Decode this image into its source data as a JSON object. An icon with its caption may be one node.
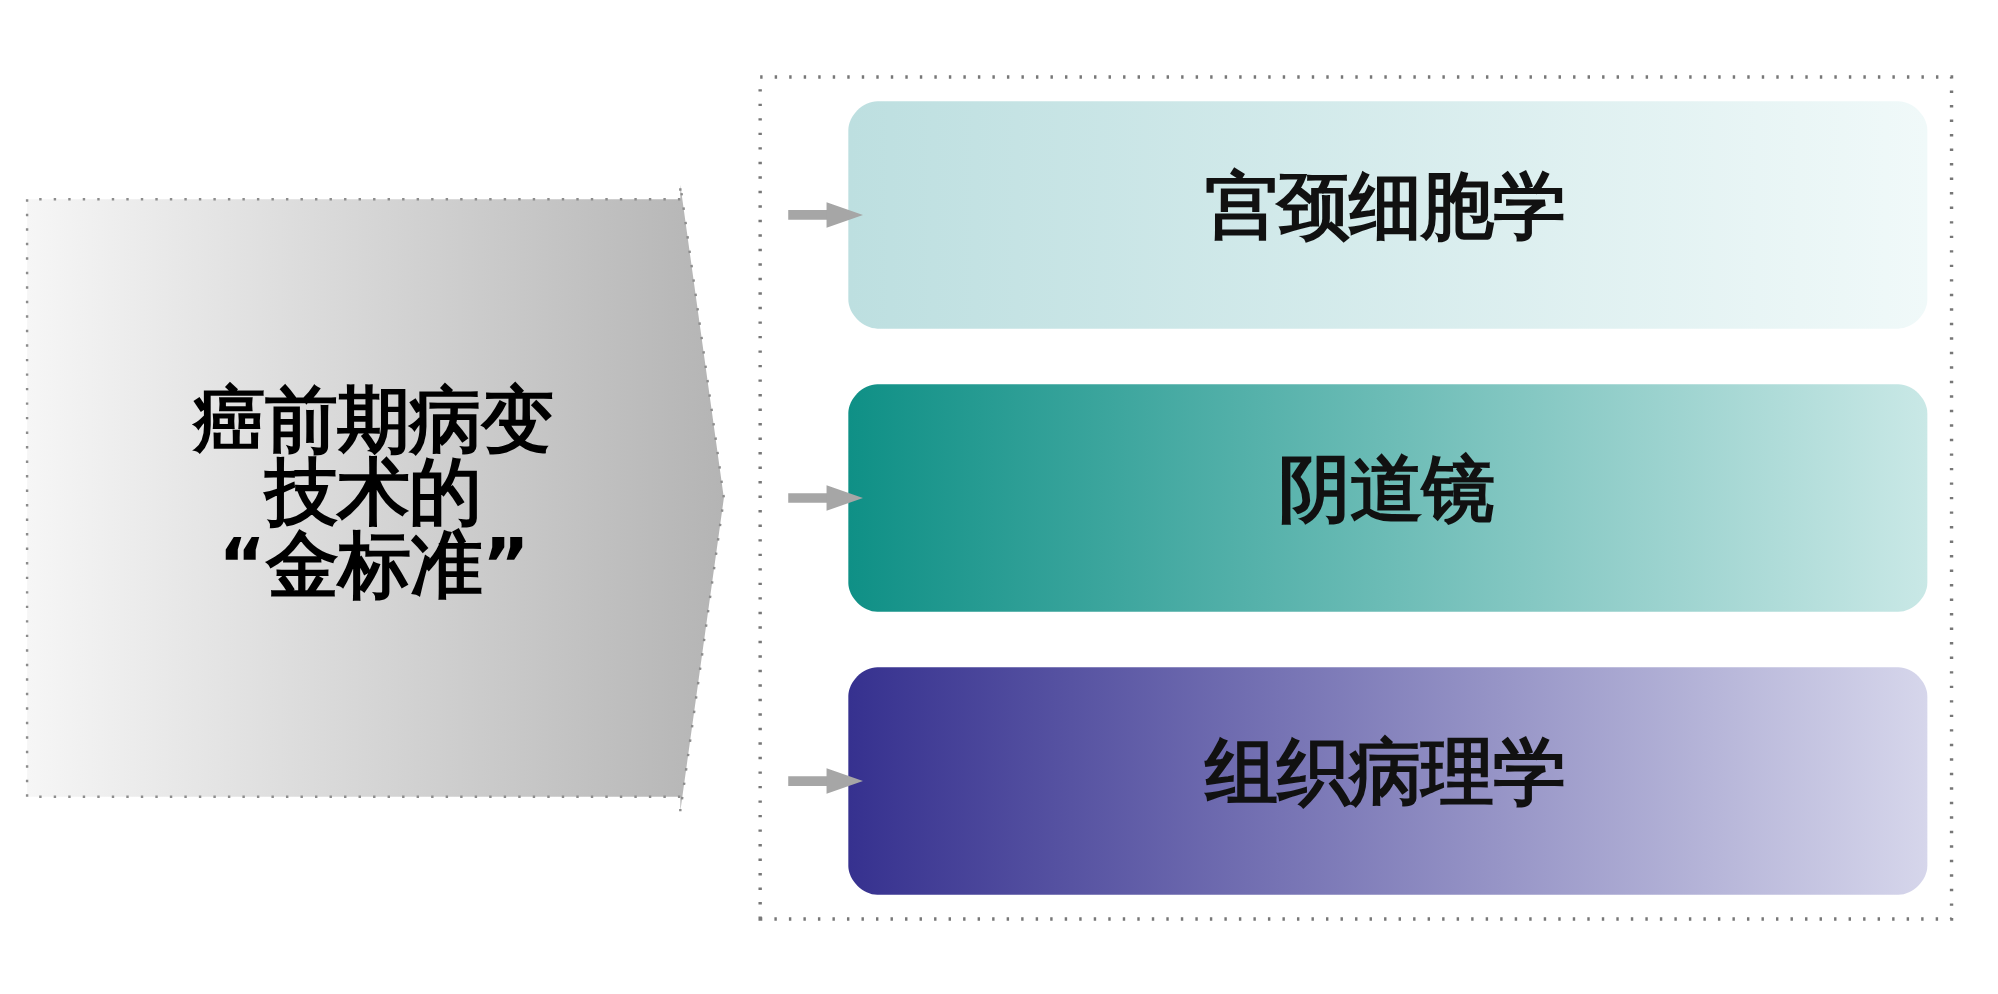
{
  "diagram": {
    "nodes": [
      {
        "text": [
          "癌前期病变技术的“金标准”"
        ]
      },
      {
        "text": [],
        "shape": "box"
      },
      {
        "text": [
          "宫颈细胞学"
        ],
        "in": 1
      },
      {
        "text": [
          "阴道镜"
        ],
        "in": 1
      },
      {
        "text": [
          "组织病理学"
        ],
        "in": 1
      }
    ],
    "edges": [
      {
        "from": null,
        "to": 2,
        "arrow": "to"
      },
      {
        "from": null,
        "to": 3,
        "arrow": "to"
      },
      {
        "from": null,
        "to": 4,
        "arrow": "to"
      }
    ]
  }
}
